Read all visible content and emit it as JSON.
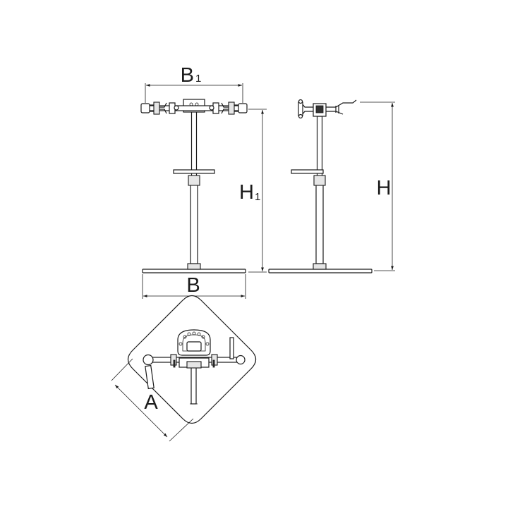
{
  "diagram": {
    "labels": {
      "B1": {
        "main": "B",
        "sub": "1"
      },
      "B": {
        "main": "B"
      },
      "H1": {
        "main": "H",
        "sub": "1"
      },
      "H": {
        "main": "H"
      },
      "A": {
        "main": "A"
      }
    },
    "colors": {
      "line": "#1a1a1a",
      "background": "#ffffff",
      "shade": "#e6e6e6"
    },
    "views": [
      "front-view",
      "side-view",
      "top-view"
    ]
  }
}
